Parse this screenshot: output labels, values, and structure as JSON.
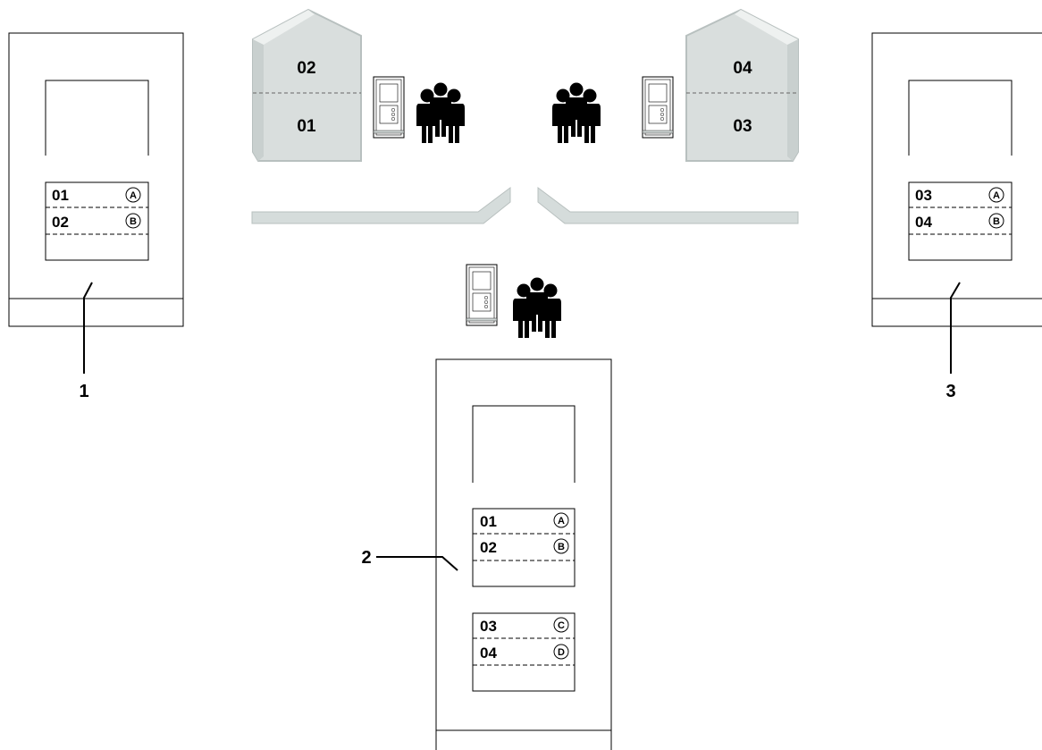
{
  "panel_1": {
    "rows": [
      {
        "number": "01",
        "button": "A"
      },
      {
        "number": "02",
        "button": "B"
      }
    ],
    "callout": "1"
  },
  "panel_2": {
    "group_1": [
      {
        "number": "01",
        "button": "A"
      },
      {
        "number": "02",
        "button": "B"
      }
    ],
    "group_2": [
      {
        "number": "03",
        "button": "C"
      },
      {
        "number": "04",
        "button": "D"
      }
    ],
    "callout": "2"
  },
  "panel_3": {
    "rows": [
      {
        "number": "03",
        "button": "A"
      },
      {
        "number": "04",
        "button": "B"
      }
    ],
    "callout": "3"
  },
  "house_left": {
    "upper": "02",
    "lower": "01"
  },
  "house_right": {
    "upper": "04",
    "lower": "03"
  },
  "colors": {
    "stroke": "#000000",
    "house_fill": "#d9dedd",
    "house_edge": "#b8c0bf",
    "path_fill": "#d5dcdb",
    "people": "#000000"
  }
}
